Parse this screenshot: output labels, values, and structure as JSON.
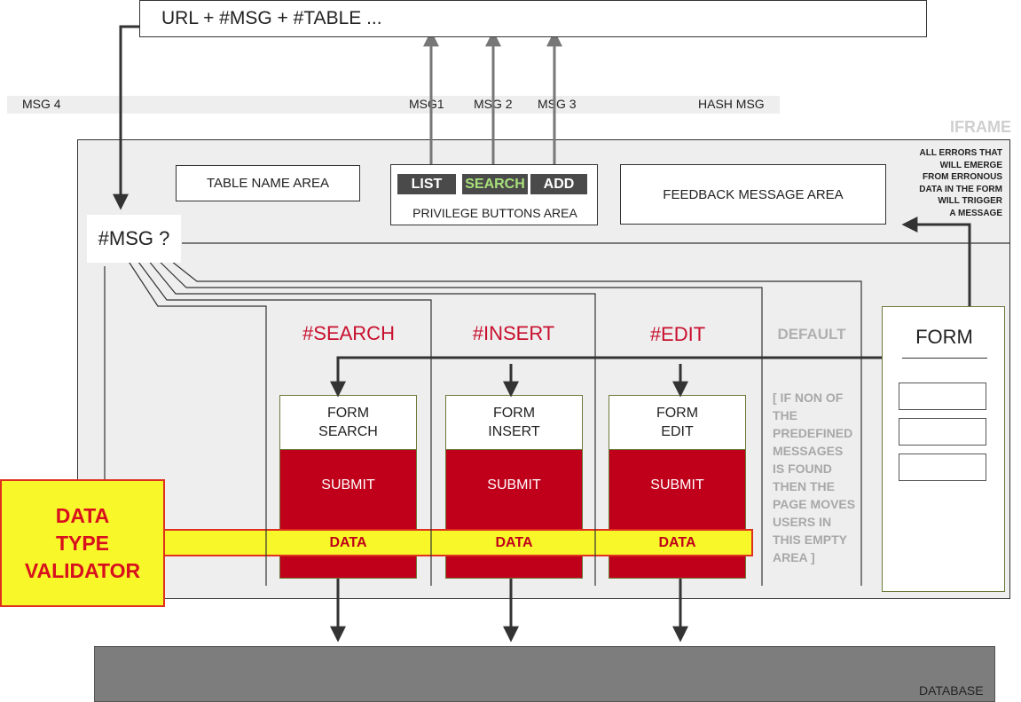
{
  "url_bar": {
    "text": "URL + #MSG + #TABLE ..."
  },
  "hash_bar": {
    "msg4": "MSG 4",
    "msg1": "MSG1",
    "msg2": "MSG 2",
    "msg3": "MSG 3",
    "label": "HASH MSG"
  },
  "iframe": {
    "label": "IFRAME"
  },
  "table_name_area": {
    "label": "TABLE NAME AREA"
  },
  "privilege_area": {
    "label": "PRIVILEGE BUTTONS AREA",
    "buttons": [
      {
        "label": "LIST"
      },
      {
        "label": "SEARCH"
      },
      {
        "label": "ADD"
      }
    ]
  },
  "feedback_area": {
    "label": "FEEDBACK MESSAGE AREA"
  },
  "errors_note": {
    "lines": [
      "ALL ERRORS THAT",
      "WILL EMERGE",
      "FROM ERRONOUS",
      "DATA IN THE FORM",
      "WILL TRIGGER",
      "A MESSAGE"
    ]
  },
  "msg_query": {
    "label": "#MSG ?"
  },
  "sections": [
    {
      "title": "#SEARCH",
      "form_line1": "FORM",
      "form_line2": "SEARCH",
      "submit": "SUBMIT",
      "data": "DATA"
    },
    {
      "title": "#INSERT",
      "form_line1": "FORM",
      "form_line2": "INSERT",
      "submit": "SUBMIT",
      "data": "DATA"
    },
    {
      "title": "#EDIT",
      "form_line1": "FORM",
      "form_line2": "EDIT",
      "submit": "SUBMIT",
      "data": "DATA"
    }
  ],
  "default_section": {
    "title": "DEFAULT",
    "note_lines": [
      "[ IF NON OF",
      "THE",
      "PREDEFINED",
      "MESSAGES",
      "IS FOUND",
      "THEN THE",
      "PAGE MOVES",
      "USERS IN",
      "THIS EMPTY",
      "AREA ]"
    ]
  },
  "form_panel": {
    "title": "FORM"
  },
  "validator": {
    "lines": [
      "DATA",
      "TYPE",
      "VALIDATOR"
    ]
  },
  "database": {
    "label": "DATABASE"
  },
  "colors": {
    "accent_red": "#c0001a",
    "title_red": "#c8102e",
    "validator_yellow": "#f7f72a",
    "validator_border": "#e0301e",
    "button_dark": "#4a4a4a",
    "search_green": "#a8e07a",
    "database_gray": "#7d7d7d",
    "panel_gray": "#eeeeee",
    "form_border": "#6b7a3a"
  }
}
